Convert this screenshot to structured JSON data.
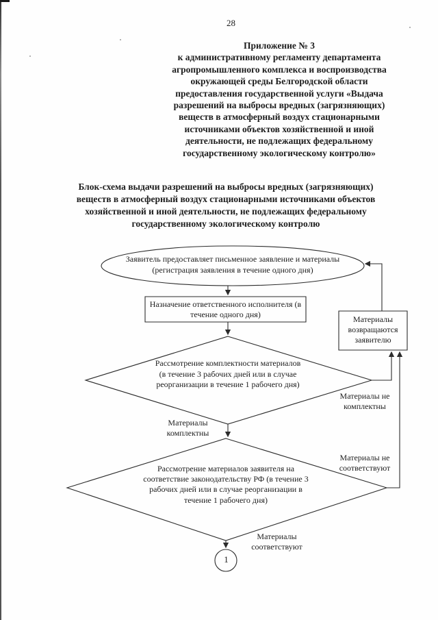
{
  "page": {
    "number": "28"
  },
  "appendix_header": {
    "lines": [
      "Приложение № 3",
      "к административному регламенту департамента",
      "агропромышленного комплекса и воспроизводства",
      "окружающей среды Белгородской области",
      "предоставления государственной услуги «Выдача",
      "разрешений на выбросы вредных (загрязняющих)",
      "веществ в атмосферный воздух стационарными",
      "источниками объектов хозяйственной и иной",
      "деятельности, не подлежащих федеральному",
      "государственному экологическому контролю»"
    ]
  },
  "title": {
    "lines": [
      "Блок-схема выдачи разрешений на выбросы вредных (загрязняющих)",
      "веществ в атмосферный воздух стационарными источниками объектов",
      "хозяйственной и иной деятельности, не подлежащих федеральному",
      "государственному экологическому контролю"
    ]
  },
  "flowchart": {
    "nodes": {
      "start": "Заявитель предоставляет письменное заявление и материалы (регистрация заявления в течение одного дня)",
      "assign_executor": "Назначение ответственного исполнителя (в течение одного дня)",
      "check_completeness": "Рассмотрение комплектности материалов (в течение 3 рабочих дней или в случае реорганизации в течение 1 рабочего дня)",
      "check_compliance": "Рассмотрение материалов заявителя на соответствие законодательству РФ (в течение 3 рабочих дней или в случае реорганизации в течение 1 рабочего дня)",
      "return_materials": "Материалы возвращаются заявителю",
      "connector_1": "1"
    },
    "edge_labels": {
      "materials_complete": "Материалы комплектны",
      "materials_not_complete": "Материалы не комплектны",
      "materials_not_compliant": "Материалы не соответствуют",
      "materials_compliant": "Материалы соответствуют"
    },
    "colors": {
      "line": "#2b2b2b",
      "text": "#1d1d1d",
      "background": "#fefefe"
    }
  }
}
